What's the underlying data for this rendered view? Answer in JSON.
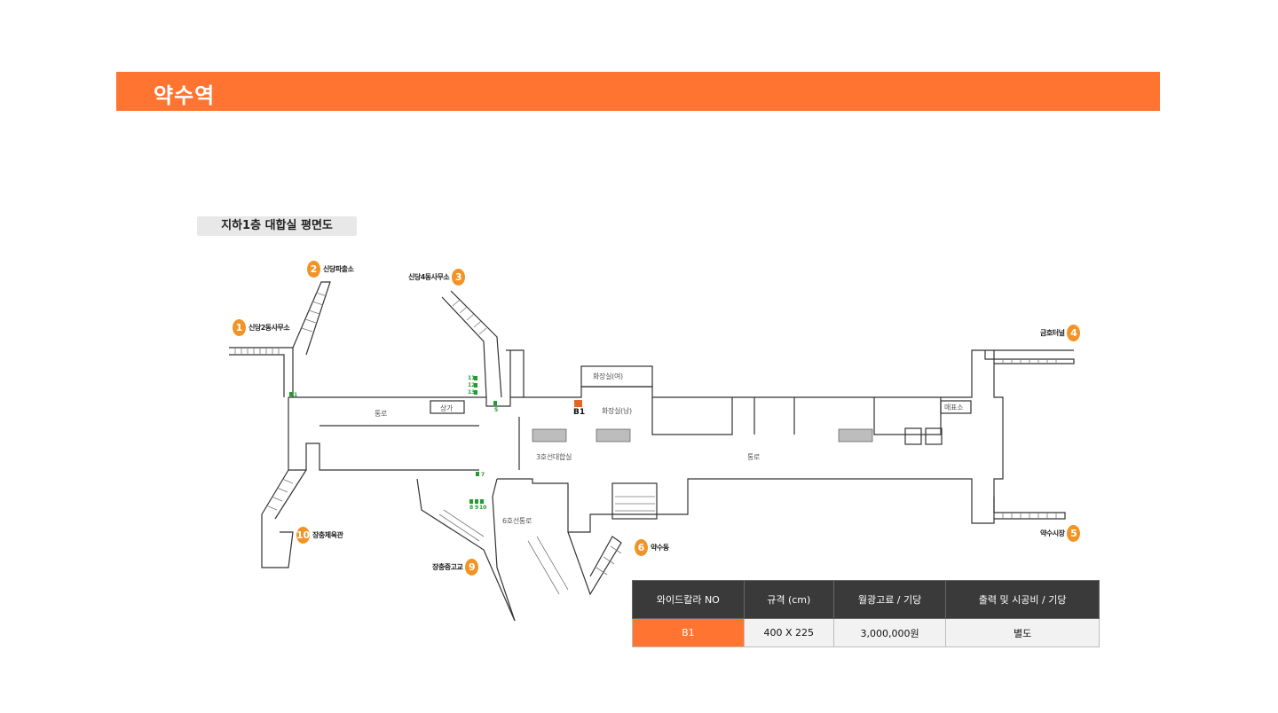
{
  "page": {
    "title": "약수역"
  },
  "plan": {
    "label": "지하1층 대합실 평면도",
    "exits": [
      {
        "num": "1",
        "label": "신당2동사무소"
      },
      {
        "num": "2",
        "label": "신당파출소"
      },
      {
        "num": "3",
        "label": "신당4동사무소"
      },
      {
        "num": "4",
        "label": "금호터널"
      },
      {
        "num": "5",
        "label": "약수시장"
      },
      {
        "num": "6",
        "label": "약수동"
      },
      {
        "num": "9",
        "label": "장충중고교"
      },
      {
        "num": "10",
        "label": "장충체육관"
      }
    ],
    "areas": {
      "corridor": "통로",
      "shop": "상가",
      "restroom_women": "화장실(여)",
      "restroom_men": "화장실(남)",
      "concourse": "3호선대합실",
      "ticket": "매표소",
      "corridor2": "통로",
      "line6_passage": "6호선통로"
    },
    "marker": {
      "label": "B1",
      "color": "#e5661f"
    },
    "green_points": [
      "1",
      "5",
      "7",
      "8",
      "9",
      "10",
      "11",
      "12",
      "13"
    ]
  },
  "table": {
    "headers": [
      "와이드칼라 NO",
      "규격 (cm)",
      "월광고료 / 기당",
      "출력 및 시공비 / 기당"
    ],
    "rows": [
      [
        "B1",
        "400 X 225",
        "3,000,000원",
        "별도"
      ]
    ]
  },
  "colors": {
    "accent": "#ff7430",
    "exit_badge": "#f29326",
    "header_bg": "#3a3a3a"
  }
}
